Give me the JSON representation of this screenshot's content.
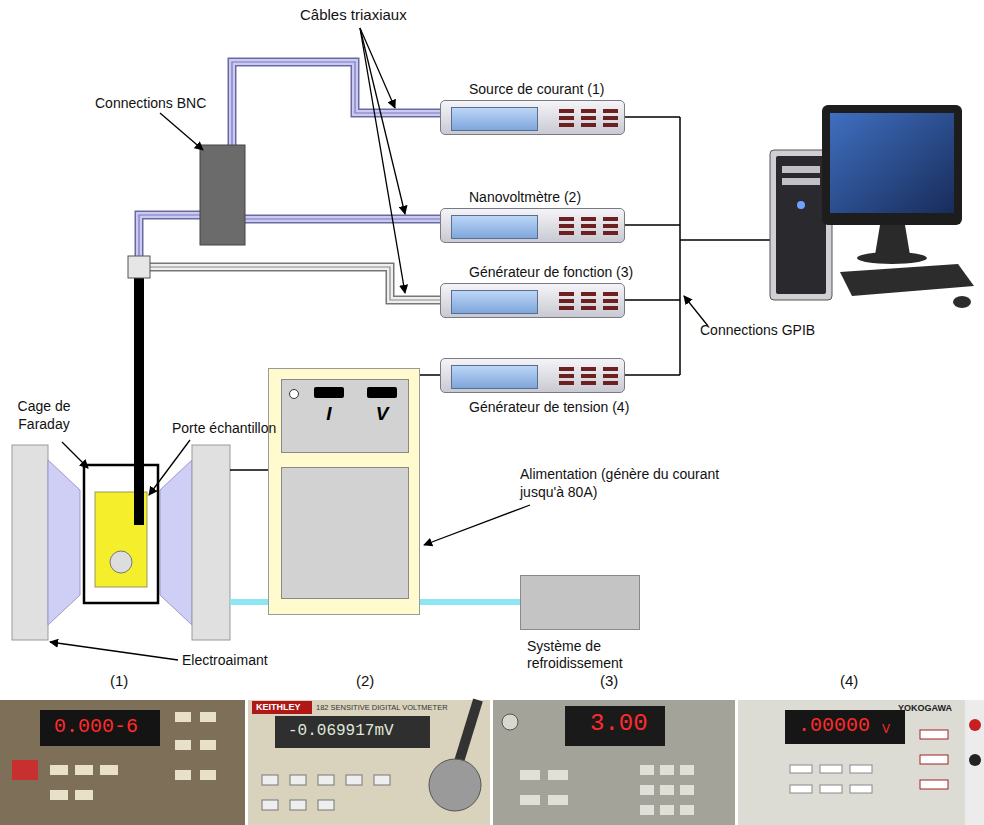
{
  "diagram": {
    "nodes": [
      {
        "text": [
          "Source de courant (1)"
        ]
      },
      {
        "text": [
          "Nanovoltmètre (2)"
        ]
      },
      {
        "text": [
          "Générateur de fonction (3)"
        ]
      },
      {
        "text": [
          "Générateur de tension (4)"
        ]
      },
      {
        "text": [
          "I",
          "V"
        ]
      },
      {
        "text": [
          "Système de refroidissement"
        ]
      }
    ],
    "edges": [
      {
        "from": 3,
        "to": 4,
        "arrow": "none"
      },
      {
        "from": 4,
        "to": 5,
        "arrow": "none"
      }
    ],
    "labels": [
      "Câbles triaxiaux",
      "Connections BNC",
      "Cage de Faraday",
      "Porte échantillon",
      "Connections GPIB",
      "Alimentation (génère du courant jusqu'à 80A)",
      "Electroaimant",
      "(1)",
      "(2)",
      "(3)",
      "(4)",
      "0.000-6",
      "KEITHLEY",
      "182 SENSITIVE DIGITAL VOLTMETER",
      "-0.069917mV",
      "3.00",
      ".00000",
      "V",
      "YOKOGAWA"
    ]
  }
}
